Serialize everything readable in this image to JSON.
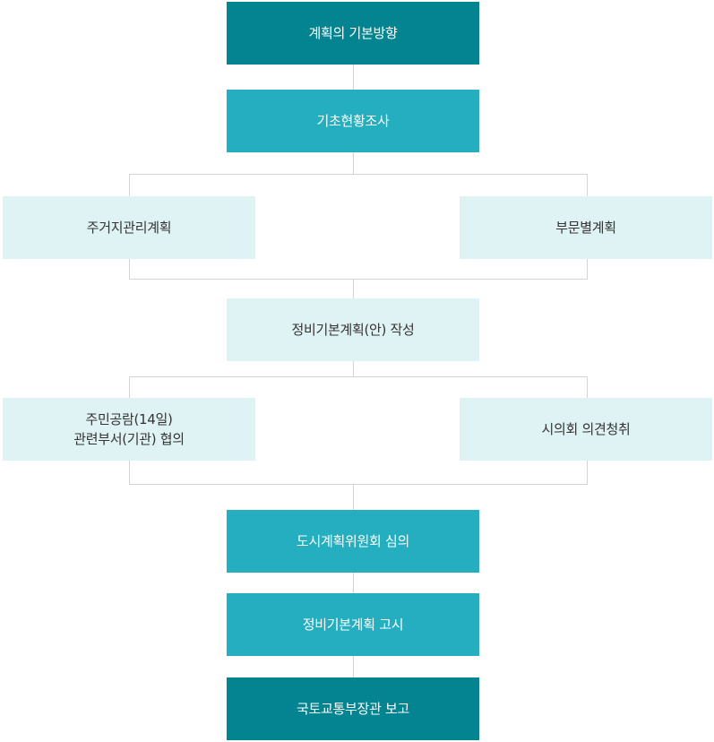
{
  "diagram": {
    "steps": {
      "basic_direction": "계획의 기본방향",
      "baseline_survey": "기초현황조사",
      "residential_plan": "주거지관리계획",
      "sectoral_plan": "부문별계획",
      "draft_plan": "정비기본계획(안) 작성",
      "public_hearing_line1": "주민공람(14일)",
      "public_hearing_line2": "관련부서(기관) 협의",
      "council_opinion": "시의회 의견청취",
      "urban_committee": "도시계획위원회 심의",
      "plan_notice": "정비기본계획 고시",
      "ministry_report": "국토교통부장관 보고"
    },
    "colors": {
      "dark": "#038490",
      "medium": "#24aebf",
      "light": "#e0f3f4",
      "connector": "#d4d4d4"
    }
  }
}
